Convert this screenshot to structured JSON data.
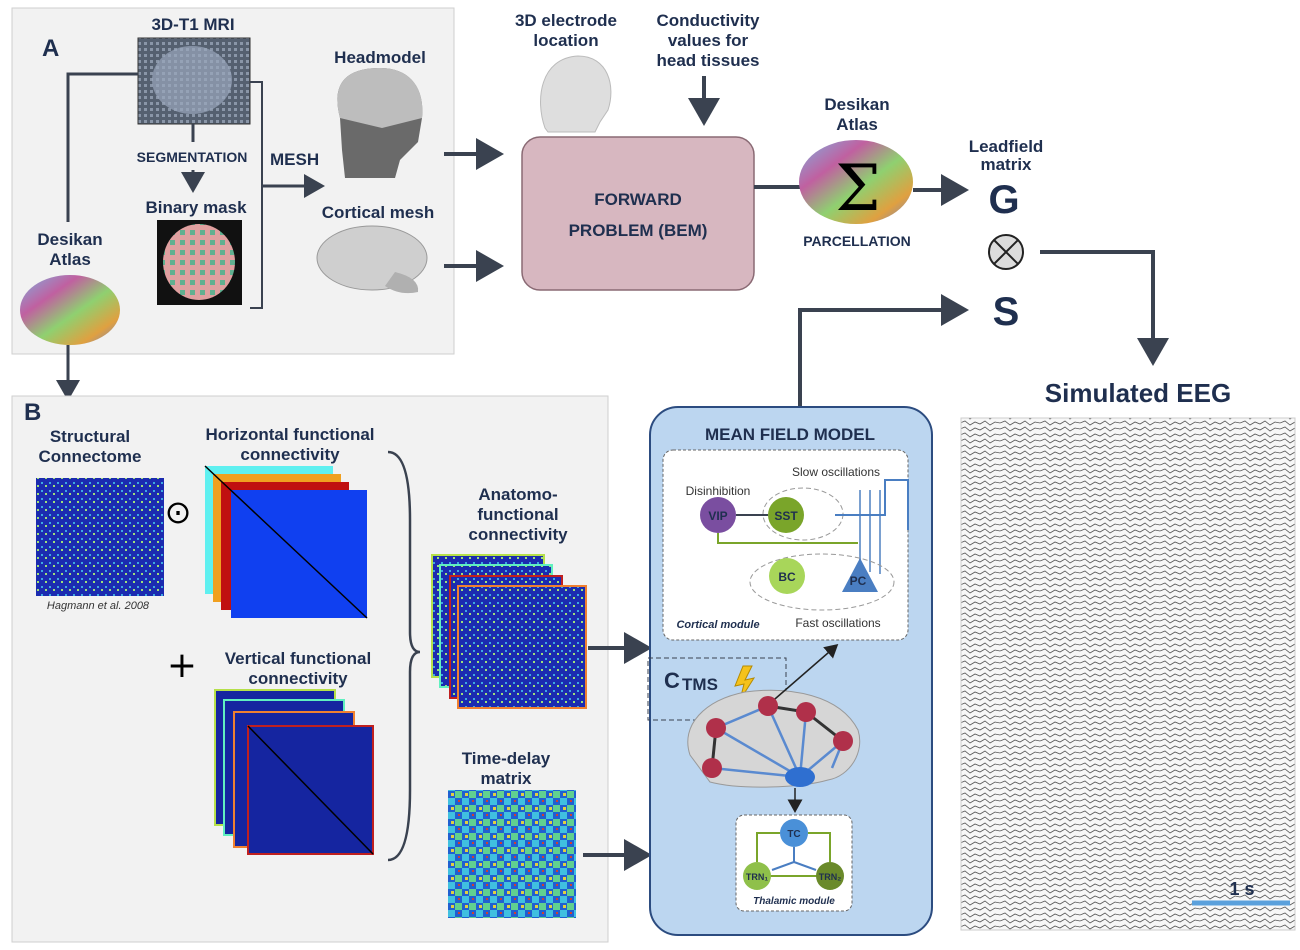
{
  "panel_a": {
    "letter": "A",
    "mri_title": "3D-T1 MRI",
    "segmentation": "SEGMENTATION",
    "binary_mask": "Binary mask",
    "mesh": "MESH",
    "headmodel": "Headmodel",
    "cortical_mesh": "Cortical mesh",
    "desikan_line1": "Desikan",
    "desikan_line2": "Atlas"
  },
  "top_flow": {
    "electrode_line1": "3D electrode",
    "electrode_line2": "location",
    "conductivity_line1": "Conductivity",
    "conductivity_line2": "values for",
    "conductivity_line3": "head tissues",
    "forward_line1": "FORWARD",
    "forward_line2": "PROBLEM (BEM)",
    "desikan2_line1": "Desikan",
    "desikan2_line2": "Atlas",
    "sigma": "Σ",
    "parcellation": "PARCELLATION",
    "leadfield_line1": "Leadfield",
    "leadfield_line2": "matrix",
    "g_symbol": "G",
    "otimes": "⊗",
    "s_symbol": "S",
    "simulated_eeg": "Simulated EEG",
    "scale_bar": "1 s"
  },
  "panel_b": {
    "letter": "B",
    "structural_line1": "Structural",
    "structural_line2": "Connectome",
    "hagmann": "Hagmann et al. 2008",
    "odot": "⊙",
    "horizontal_line1": "Horizontal functional",
    "horizontal_line2": "connectivity",
    "plus": "+",
    "vertical_line1": "Vertical functional",
    "vertical_line2": "connectivity",
    "anatomo_line1": "Anatomo-",
    "anatomo_line2": "functional",
    "anatomo_line3": "connectivity",
    "timedelay_line1": "Time-delay",
    "timedelay_line2": "matrix"
  },
  "mean_field": {
    "title": "MEAN FIELD MODEL",
    "disinhibition": "Disinhibition",
    "slow": "Slow oscillations",
    "fast": "Fast oscillations",
    "vip": "VIP",
    "sst": "SST",
    "bc": "BC",
    "pc": "PC",
    "cortical_module": "Cortical module",
    "c_letter": "C",
    "tms": "TMS",
    "tc": "TC",
    "trn1": "TRN₁",
    "trn2": "TRN₂",
    "thalamic_module": "Thalamic module"
  },
  "colors": {
    "box_bg": "#f2f2f2",
    "title_text": "#1f2f4f",
    "arrow": "#3a4250",
    "forward_box": "#d7b7c0",
    "mean_field_bg": "#bcd6f0",
    "g_color": "#d45b7a",
    "s_color": "#4a7ec2",
    "tms_color": "#e36c1f",
    "matrix_bg": "#1a2aa0"
  }
}
